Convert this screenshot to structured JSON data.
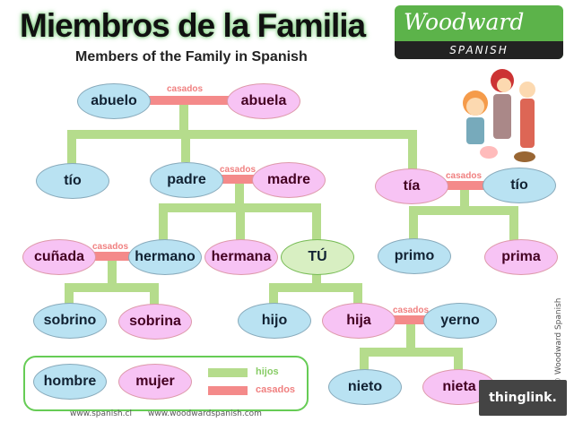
{
  "header": {
    "title": "Miembros de la Familia",
    "subtitle": "Members of the Family in Spanish"
  },
  "logo": {
    "brand": "Woodward",
    "sub": "SPANISH"
  },
  "casados_label": "casados",
  "nodes": {
    "abuelo": "abuelo",
    "abuela": "abuela",
    "tio": "tío",
    "padre": "padre",
    "madre": "madre",
    "tia": "tía",
    "tio2": "tío",
    "cunada": "cuñada",
    "hermano": "hermano",
    "hermana": "hermana",
    "tu": "TÚ",
    "primo": "primo",
    "prima": "prima",
    "sobrino": "sobrino",
    "sobrina": "sobrina",
    "hijo": "hijo",
    "hija": "hija",
    "yerno": "yerno",
    "nieto": "nieto",
    "nieta": "nieta"
  },
  "legend": {
    "hombre": "hombre",
    "mujer": "mujer",
    "hijos": "hijos",
    "casados": "casados"
  },
  "colors": {
    "male": "#b9e2f2",
    "female": "#f7c3f4",
    "you": "#d8efc2",
    "hijos": "#b5dc8c",
    "casados": "#f48a8a"
  },
  "footer": {
    "site1": "www.spanish.cl",
    "site2": "www.woodwardspanish.com",
    "side": "© Woodward Spanish"
  },
  "badge": "thinglink."
}
